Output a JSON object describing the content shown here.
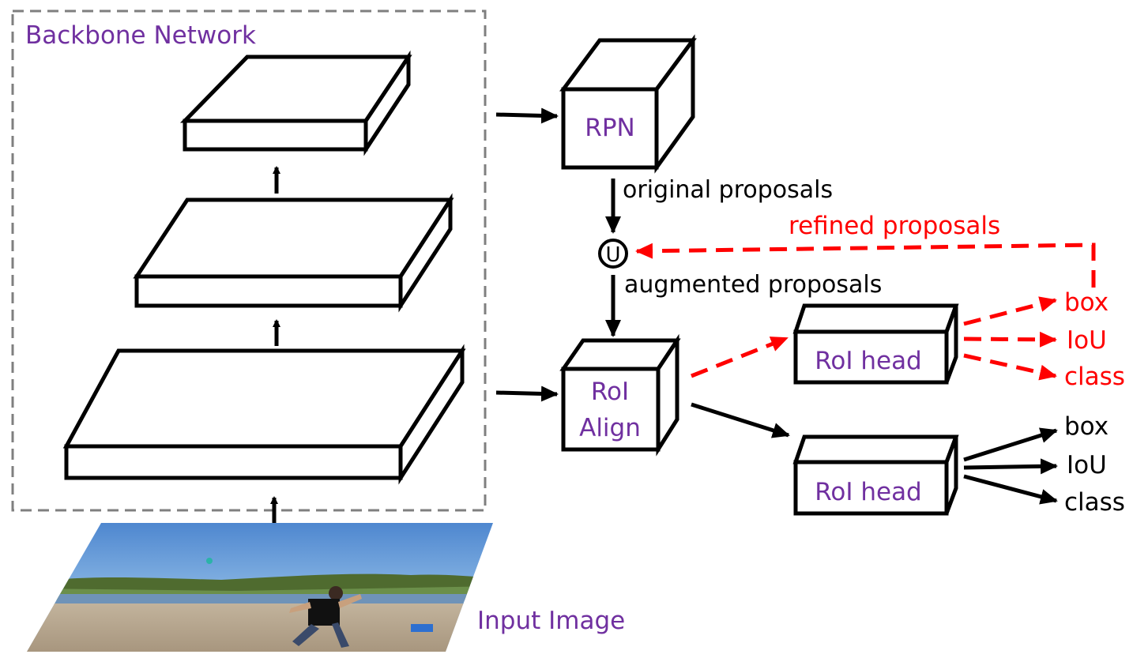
{
  "backbone": {
    "label": "Backbone Network"
  },
  "input": {
    "label": "Input Image"
  },
  "rpn": {
    "label": "RPN"
  },
  "proposals": {
    "original": "original proposals",
    "augmented": "augmented proposals",
    "refined": "refined proposals",
    "union_symbol": "U"
  },
  "roi_align": {
    "line1": "RoI",
    "line2": "Align"
  },
  "roi_head_top": {
    "label": "RoI head",
    "outputs": [
      "box",
      "IoU",
      "class"
    ]
  },
  "roi_head_bottom": {
    "label": "RoI head",
    "outputs": [
      "box",
      "IoU",
      "class"
    ]
  },
  "colors": {
    "purple": "#7030a0",
    "red": "#ff0000",
    "black": "#000000",
    "dashed_border": "#7f7f7f"
  }
}
